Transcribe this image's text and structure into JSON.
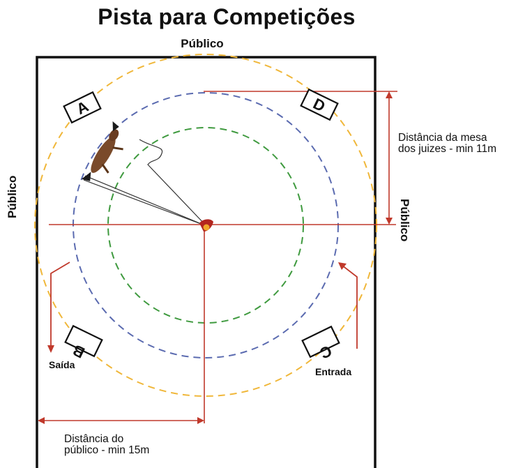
{
  "title": "Pista para Competições",
  "audience_label": "Público",
  "letters": [
    "A",
    "D",
    "B",
    "C"
  ],
  "judges_distance_note": {
    "line1": "Distância da mesa",
    "line2": "dos juizes - min 11m"
  },
  "audience_distance_note": {
    "line1": "Distância do",
    "line2": "público - min 15m"
  },
  "exit_label": "Saída",
  "entry_label": "Entrada",
  "colors": {
    "arena_border": "#111111",
    "measure_lines": "#c0392b",
    "outer_circle": "#f0b73a",
    "middle_circle": "#5b6bb0",
    "inner_circle": "#3f9a3f",
    "center_marker": "#f0a82a",
    "horse": "#7a4a2a"
  }
}
